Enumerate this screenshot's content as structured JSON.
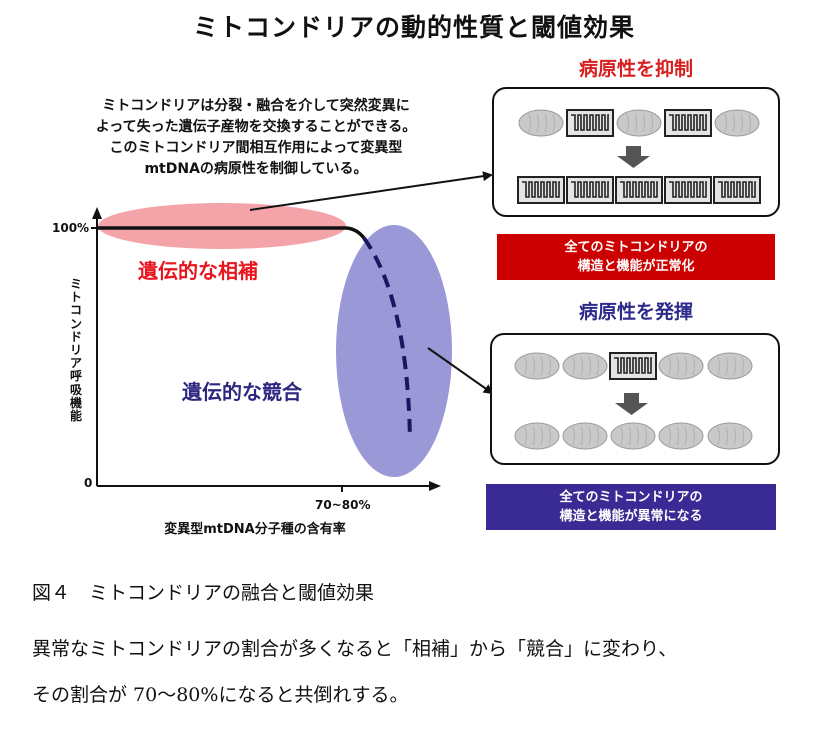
{
  "title": "ミトコンドリアの動的性質と閾値効果",
  "intro_lines": [
    "ミトコンドリアは分裂・融合を介して突然変異に",
    "よって失った遺伝子産物を交換することができる。",
    "このミトコンドリア間相互作用によって変異型",
    "mtDNAの病原性を制御している。"
  ],
  "graph": {
    "y_axis_label": "ミトコンドリア呼吸機能",
    "y_tick_top": "100%",
    "y_tick_bottom": "0",
    "x_tick": "70~80%",
    "x_axis_label": "変異型mtDNA分子種の含有率",
    "complement_label": "遺伝的な相補",
    "competition_label": "遺伝的な競合"
  },
  "panels": {
    "suppress": {
      "title": "病原性を抑制",
      "banner_lines": [
        "全てのミトコンドリアの",
        "構造と機能が正常化"
      ]
    },
    "manifest": {
      "title": "病原性を発揮",
      "banner_lines": [
        "全てのミトコンドリアの",
        "構造と機能が異常になる"
      ]
    }
  },
  "colors": {
    "complement_ellipse": "#f4a3a8",
    "competition_ellipse": "#9b98d8",
    "normal_banner": "#cc0000",
    "abnormal_banner": "#3a2b94",
    "title_red": "#d81e1e",
    "title_blue": "#2e2a8c"
  },
  "caption": {
    "figure_label": "図４　ミトコンドリアの融合と閾値効果",
    "body_line1": "異常なミトコンドリアの割合が多くなると「相補」から「競合」に変わり、",
    "body_line2": "その割合が 70～80%になると共倒れする。"
  }
}
